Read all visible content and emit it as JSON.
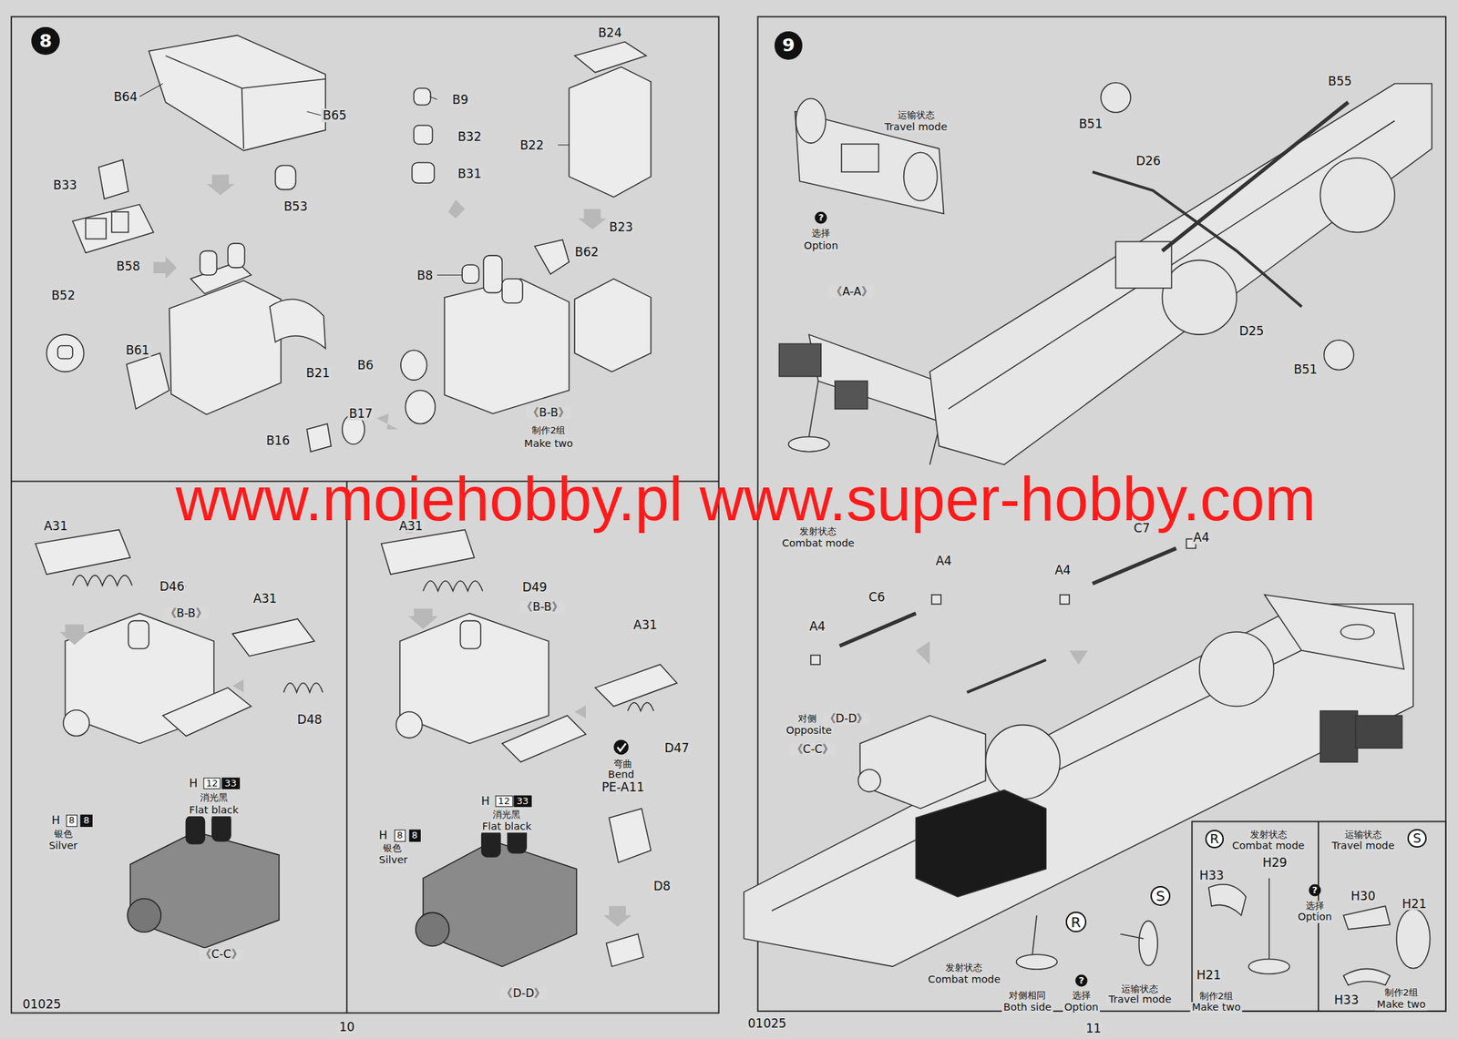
{
  "diagram": {
    "nodes": [
      {
        "text": [
          "8"
        ]
      },
      {
        "text": [
          "9"
        ]
      },
      {
        "text": [
          "R"
        ]
      },
      {
        "text": [
          "S"
        ]
      },
      {
        "text": [
          "S"
        ]
      },
      {
        "text": [
          "R"
        ]
      }
    ],
    "labels": [
      "B64",
      "B65",
      "B24",
      "B9",
      "B33",
      "B53",
      "B32",
      "B22",
      "B31",
      "B23",
      "B58",
      "B62",
      "B8",
      "B52",
      "B61",
      "B21",
      "B6",
      "B17",
      "B16",
      "《B-B》",
      "制作2组",
      "Make two",
      "www.mojehobby.pl www.super-hobby.com",
      "A31",
      "D46",
      "《B-B》",
      "A31",
      "D48",
      "H",
      "12",
      "33",
      "消光黑",
      "Flat black",
      "H",
      "8",
      "8",
      "银色",
      "Silver",
      "《C-C》",
      "A31",
      "D49",
      "《B-B》",
      "A31",
      "弯曲",
      "Bend",
      "PE-A11",
      "D47",
      "D8",
      "H",
      "12",
      "33",
      "消光黑",
      "Flat black",
      "H",
      "8",
      "8",
      "银色",
      "Silver",
      "《D-D》",
      "01025",
      "10",
      "运输状态",
      "Travel mode",
      "B51",
      "D26",
      "B55",
      "?",
      "选择",
      "Option",
      "《A-A》",
      "D25",
      "B51",
      "发射状态",
      "Combat mode",
      "A4",
      "C7",
      "A4",
      "A4",
      "C6",
      "A4",
      "对侧",
      "《D-D》",
      "Opposite",
      "《C-C》",
      "发射状态",
      "Combat mode",
      "?",
      "对侧相同",
      "Both side",
      "选择",
      "Option",
      "运输状态",
      "Travel mode",
      "发射状态",
      "Combat mode",
      "运输状态",
      "Travel mode",
      "H33",
      "H29",
      "?",
      "选择",
      "Option",
      "H30",
      "H21",
      "H21",
      "制作2组",
      "Make two",
      "H33",
      "制作2组",
      "Make two",
      "01025",
      "11"
    ]
  }
}
